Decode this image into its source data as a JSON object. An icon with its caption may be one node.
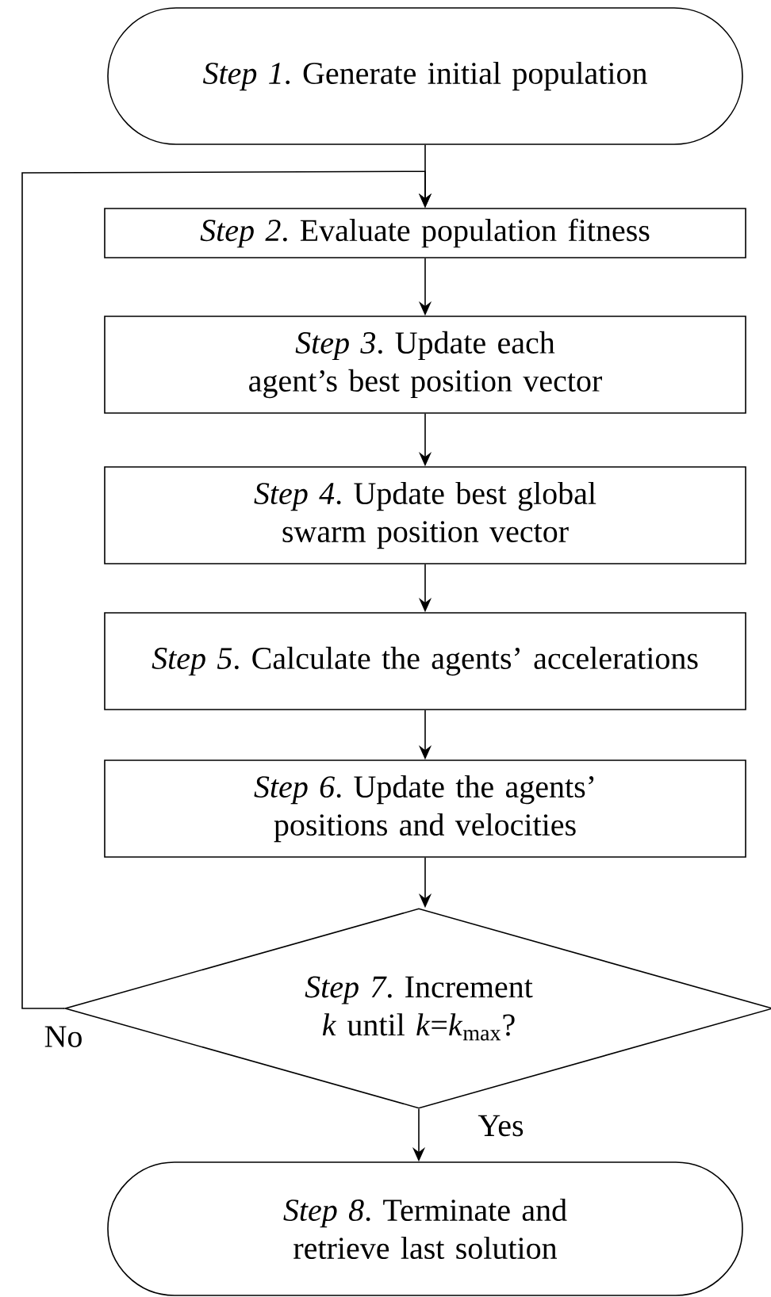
{
  "diagram": {
    "nodes": [
      {
        "text": [
          "*Step 1*. Generate initial population"
        ]
      },
      {
        "text": [
          "*Step 2*. Evaluate population fitness"
        ]
      },
      {
        "text": [
          "*Step 3*. Update each agent’s best position vector"
        ]
      },
      {
        "text": [
          "*Step 4*. Update best global swarm position vector"
        ]
      },
      {
        "text": [
          "*Step 5*. Calculate the agents’ accelerations"
        ]
      },
      {
        "text": [
          "*Step 6*. Update the agents’ positions and velocities"
        ]
      },
      {
        "text": [
          "*Step 7*. Increment *k* until *k*=*k*$_{max}$?"
        ]
      },
      {
        "text": [
          "*Step 8*. Terminate and retrieve last solution"
        ]
      }
    ],
    "edges": [
      {
        "from": 0,
        "to": 1,
        "arrow": "to"
      },
      {
        "from": 1,
        "to": 2,
        "arrow": "to"
      },
      {
        "from": 2,
        "to": 3,
        "arrow": "to"
      },
      {
        "from": 3,
        "to": 4,
        "arrow": "to"
      },
      {
        "from": 4,
        "to": 5,
        "arrow": "to"
      },
      {
        "from": 5,
        "to": 6,
        "arrow": "to"
      },
      {
        "from": 6,
        "to": 1,
        "arrow": "to",
        "label": "No"
      },
      {
        "from": 6,
        "to": 7,
        "arrow": "to",
        "label": "Yes"
      }
    ]
  }
}
